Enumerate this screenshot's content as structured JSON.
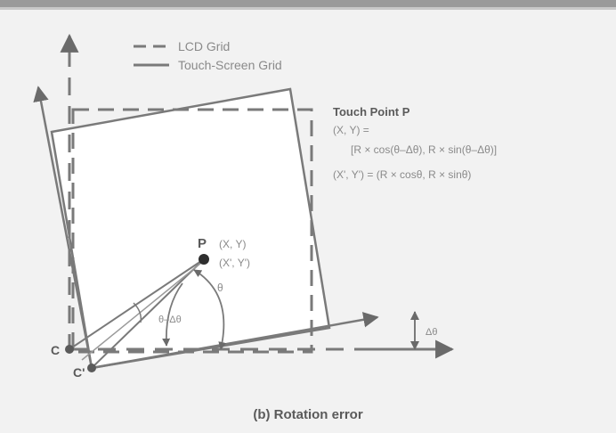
{
  "legend": {
    "lcd": "LCD Grid",
    "touch": "Touch-Screen Grid"
  },
  "touch_point": {
    "title": "Touch Point P",
    "line1": "(X, Y) =",
    "line2": "[R × cos(θ–Δθ), R × sin(θ–Δθ)]",
    "line3": "(X', Y') = (R × cosθ, R × sinθ)"
  },
  "point": {
    "name": "P",
    "coord1": "(X, Y)",
    "coord2": "(X', Y')"
  },
  "angles": {
    "theta": "θ",
    "theta_minus": "θ–Δθ",
    "delta": "Δθ"
  },
  "origins": {
    "c": "C",
    "c_prime": "C'"
  },
  "caption": "(b) Rotation error",
  "colors": {
    "background": "#f2f2f2",
    "frame": "#9a9a9a",
    "panel": "#ffffff",
    "line": "#7a7a7a",
    "dark": "#3a3a3a"
  }
}
